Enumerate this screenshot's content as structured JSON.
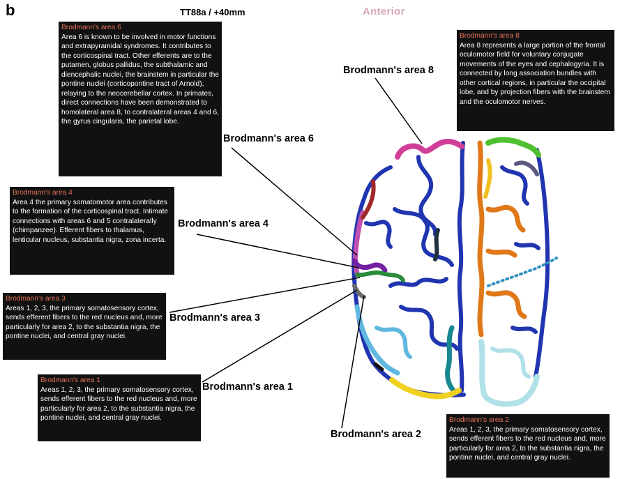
{
  "panel_label": "b",
  "slice_label": "TT88a / +40mm",
  "orientation_label": "Anterior",
  "callouts": {
    "area6": "Brodmann's area 6",
    "area8": "Brodmann's area 8",
    "area4": "Brodmann's area 4",
    "area3": "Brodmann's area 3",
    "area1": "Brodmann's area 1",
    "area2": "Brodmann's area 2"
  },
  "info_boxes": {
    "area6": {
      "title": "Brodmann's area 6",
      "text": "Area 6 is known to be involved in motor functions and extrapyramidal syndromes. It contributes to the corticospinal tract. Other efferents are to the putamen, globus pallidus, the subthalamic and diencephalic nuclei, the brainstem in particular the pontine nuclei (corticopontine tract of Arnold), relaying to the neocerebellar cortex.  In primates, direct connections have been demonstrated to homolateral area 8, to contralateral areas 4 and 6, the gyrus cingularis, the parietal lobe."
    },
    "area8": {
      "title": "Brodmann's area 8",
      "text": "Area 8 represents a large portion of the frontal oculomotor field for voluntary conjugate movements of the eyes  and cephalogyria. It is connected by long association bundles with other cortical regions, in particular the occipital lobe, and by projection fibers with the brainstem and the oculomotor nerves."
    },
    "area4": {
      "title": "Brodmann's area 4",
      "text": "Area 4 the primary somatomotor area contributes to the formation of the corticospinal tract. Intimate connections with areas 6 and 5 contralaterally (chimpanzee). Efferent fibers to thalamus, lenticular nucleus, substantia nigra, zona incerta."
    },
    "area3": {
      "title": "Brodmann's area 3",
      "text": "Areas 1, 2, 3, the primary somatosensory cortex, sends efferent fibers to the red nucleus and, more particularly for area 2, to the substantia nigra, the pontine nuclei, and central gray nuclei."
    },
    "area1": {
      "title": "Brodmann's area 1",
      "text": "Areas 1, 2, 3, the primary somatosensory cortex, sends efferent fibers to the red nucleus and, more particularly for area 2, to the substantia nigra, the pontine nuclei, and central gray nuclei."
    },
    "area2": {
      "title": "Brodmann's area 2",
      "text": "Areas 1, 2, 3, the primary somatosensory cortex, sends efferent fibers to the red nucleus and, more particularly for area 2, to the substantia nigra, the pontine nuclei, and central gray nuclei."
    }
  },
  "colors": {
    "area6": "#c050b0",
    "area8": "#d04098",
    "area4": "#7020a0",
    "area3": "#2a8a3a",
    "area1": "#6a6a6a",
    "area2": "#f0d020",
    "cortex_blue": "#2035b0",
    "orange": "#e07818",
    "green": "#50c030",
    "light_blue": "#60b8e0",
    "pale_cyan": "#b0e0e8",
    "info_title": "#e8735a",
    "orientation": "#d8a8b4"
  }
}
